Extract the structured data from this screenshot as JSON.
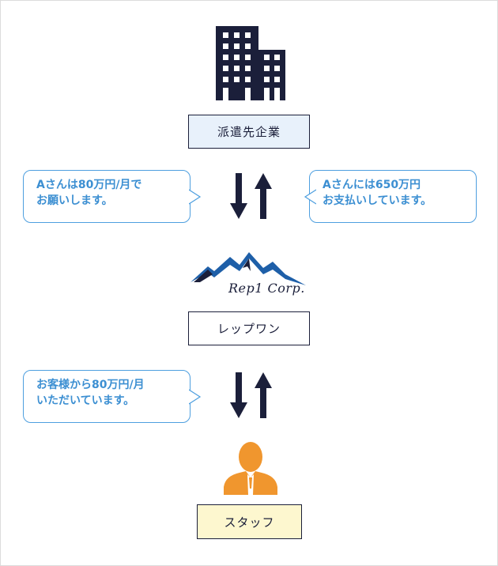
{
  "nodes": {
    "client": "派遣先企業",
    "rep1": "レップワン",
    "staff": "スタッフ"
  },
  "logo": {
    "text": "Rep1 Corp."
  },
  "bubbles": {
    "left_top": [
      "Aさんは80万円/月で",
      "お願いします。"
    ],
    "right_top": [
      "Aさんには650万円",
      "お支払いしています。"
    ],
    "left_bottom": [
      "お客様から80万円/月",
      "いただいています。"
    ]
  },
  "colors": {
    "navy": "#1b1f3a",
    "bubble_border": "#4e9fdf",
    "bubble_text": "#3c8fd2",
    "client_fill": "#e8f1fb",
    "staff_fill": "#fdf7cf",
    "person_orange": "#f0962e",
    "mountain_blue": "#1e5fa8"
  },
  "icons": [
    "building-icon",
    "exchange-arrows-icon",
    "rep1-mountain-logo",
    "person-icon"
  ]
}
